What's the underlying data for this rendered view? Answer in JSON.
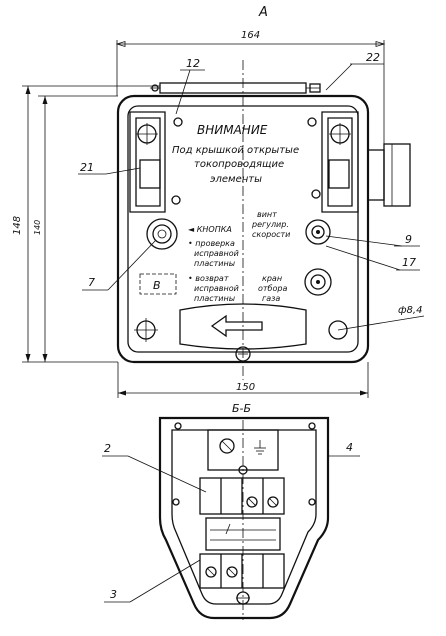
{
  "view_a": {
    "title": "А",
    "warning": {
      "heading": "ВНИМАНИЕ",
      "line1": "Под крышкой открытые",
      "line2": "токопроводящие",
      "line3": "элементы"
    },
    "button": {
      "label": "◄ КНОПКА"
    },
    "items": [
      "• проверка",
      "исправной",
      "пластины",
      "• возврат",
      "исправной",
      "пластины"
    ],
    "screw": {
      "line1": "винт",
      "line2": "регулир.",
      "line3": "скорости"
    },
    "valve": {
      "line1": "кран",
      "line2": "отбора",
      "line3": "газа"
    },
    "box_label": "В",
    "dims": {
      "width_top": "164",
      "width_bottom": "150",
      "height_outer": "148",
      "height_inner": "140",
      "hole": "ф8,4"
    },
    "callouts": {
      "c12": "12",
      "c22": "22",
      "c21": "21",
      "c7": "7",
      "c9": "9",
      "c17": "17"
    }
  },
  "section_bb": {
    "title": "Б-Б",
    "callouts": {
      "c2": "2",
      "c4": "4",
      "c3": "3"
    }
  }
}
